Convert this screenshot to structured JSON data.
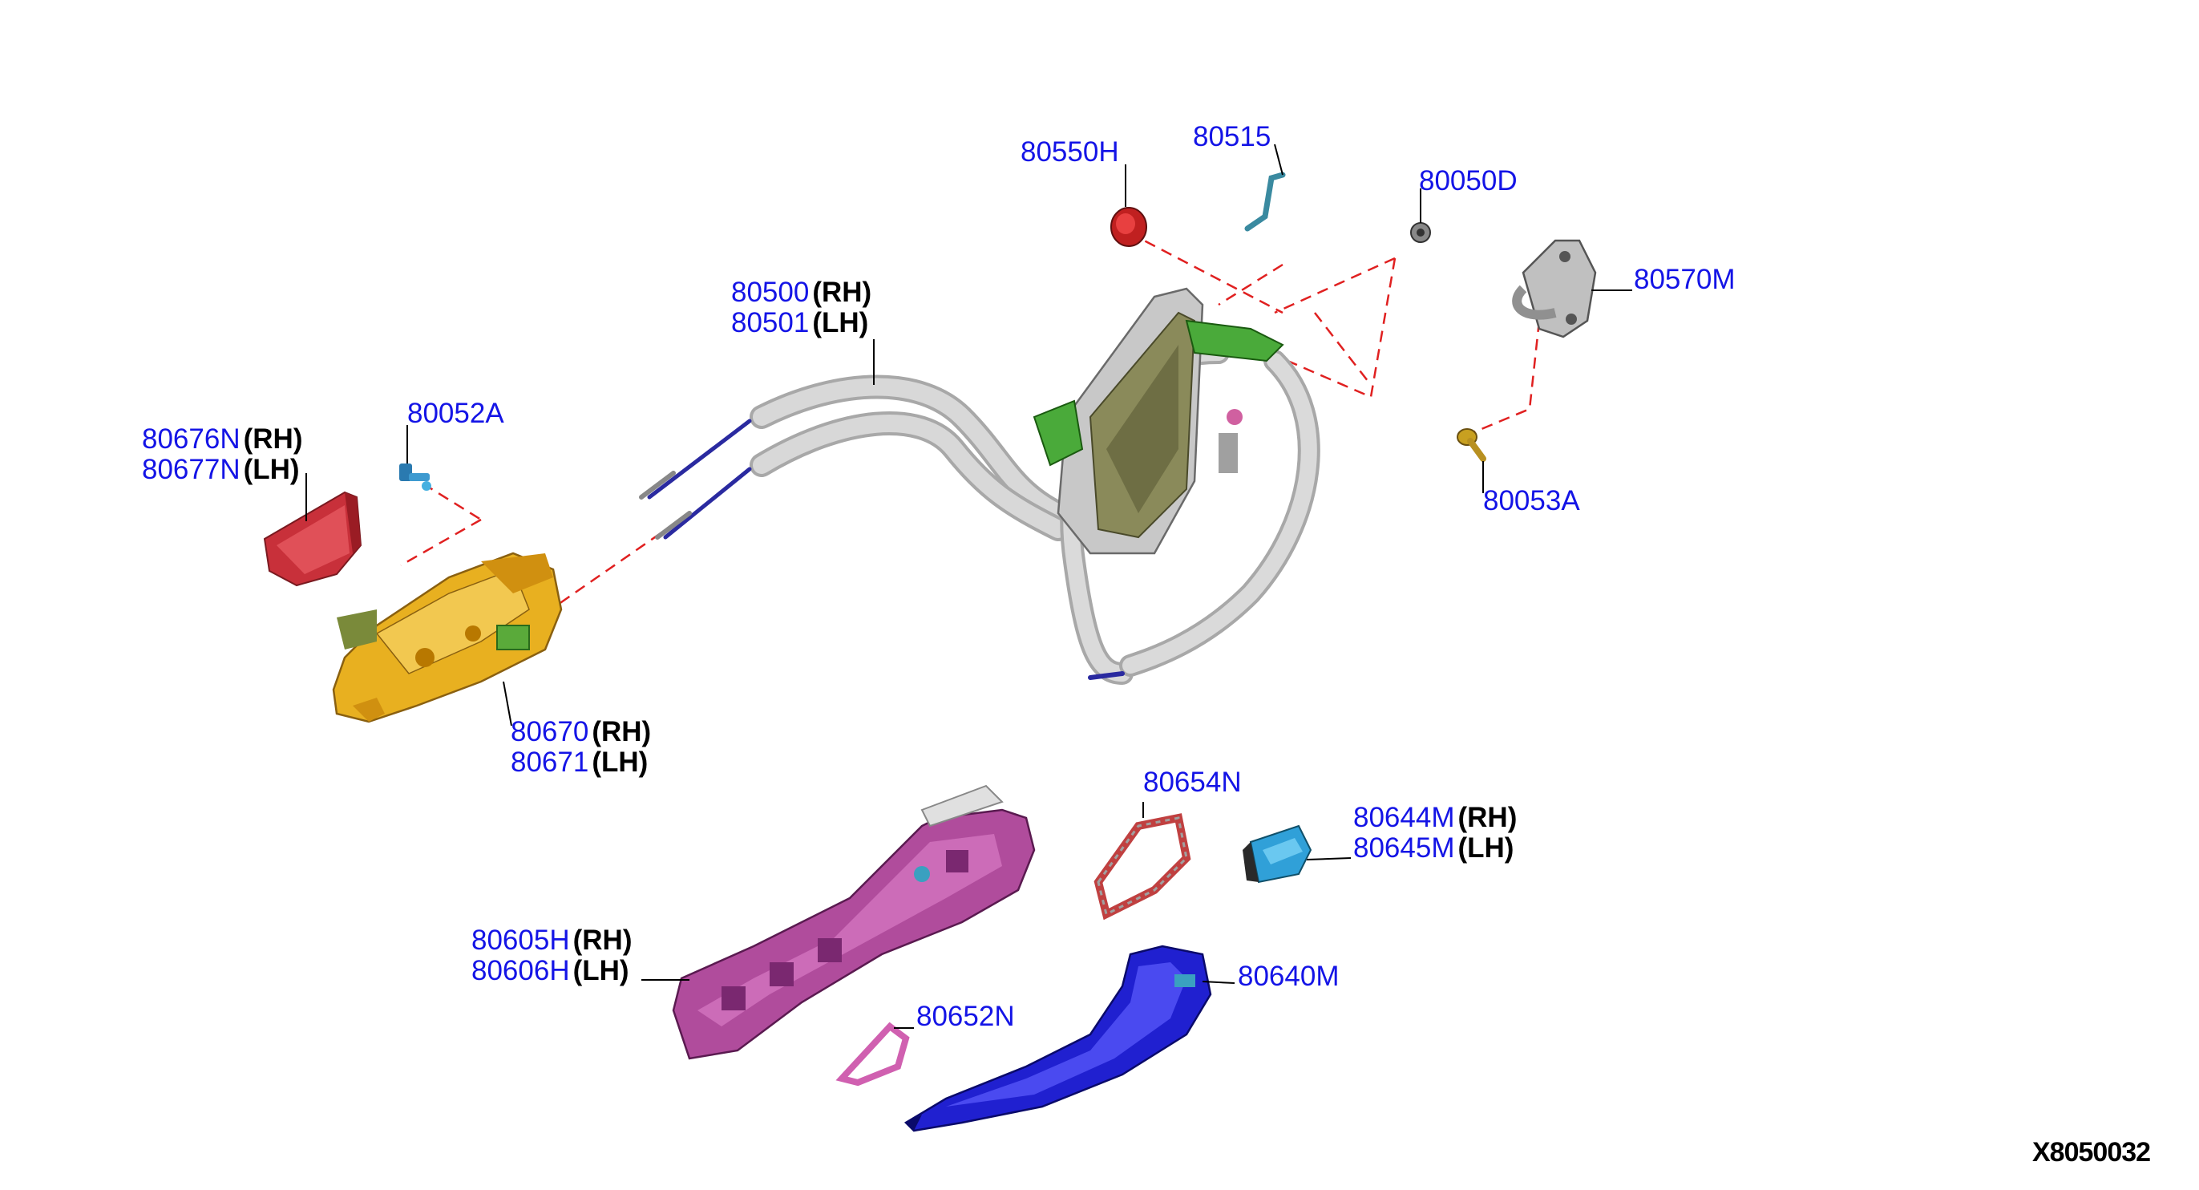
{
  "figure_id": "X8050032",
  "callouts": {
    "p80550H": {
      "pn": "80550H"
    },
    "p80515": {
      "pn": "80515"
    },
    "p80050D": {
      "pn": "80050D"
    },
    "p80570M": {
      "pn": "80570M"
    },
    "p80053A": {
      "pn": "80053A"
    },
    "p80500": {
      "pn": "80500",
      "side": "(RH)"
    },
    "p80501": {
      "pn": "80501",
      "side": "(LH)"
    },
    "p80676N": {
      "pn": "80676N",
      "side": "(RH)"
    },
    "p80677N": {
      "pn": "80677N",
      "side": "(LH)"
    },
    "p80052A": {
      "pn": "80052A"
    },
    "p80670": {
      "pn": "80670",
      "side": "(RH)"
    },
    "p80671": {
      "pn": "80671",
      "side": "(LH)"
    },
    "p80654N": {
      "pn": "80654N"
    },
    "p80644M": {
      "pn": "80644M",
      "side": "(RH)"
    },
    "p80645M": {
      "pn": "80645M",
      "side": "(LH)"
    },
    "p80605H": {
      "pn": "80605H",
      "side": "(RH)"
    },
    "p80606H": {
      "pn": "80606H",
      "side": "(LH)"
    },
    "p80652N": {
      "pn": "80652N"
    },
    "p80640M": {
      "pn": "80640M"
    }
  },
  "colors": {
    "label_blue": "#1414e6",
    "leader": "#000000",
    "dashed_red": "#e02020",
    "cover_red": "#c8303a",
    "bracket_yellow": "#e8b020",
    "lock_olive": "#8a8a5a",
    "cable_grey": "#c8c8c8",
    "handle_blue": "#2020d0",
    "carrier_magenta": "#b04c9c",
    "cap_cyan": "#30a0d8",
    "gasket_pink": "#d060b0"
  },
  "parts": [
    "cover-red",
    "bracket-yellow",
    "lock-actuator",
    "bowden-cables",
    "handle-carrier",
    "outer-handle",
    "end-cap",
    "gasket-front",
    "gasket-rear",
    "striker",
    "grommet",
    "rod",
    "screw",
    "bolt"
  ]
}
